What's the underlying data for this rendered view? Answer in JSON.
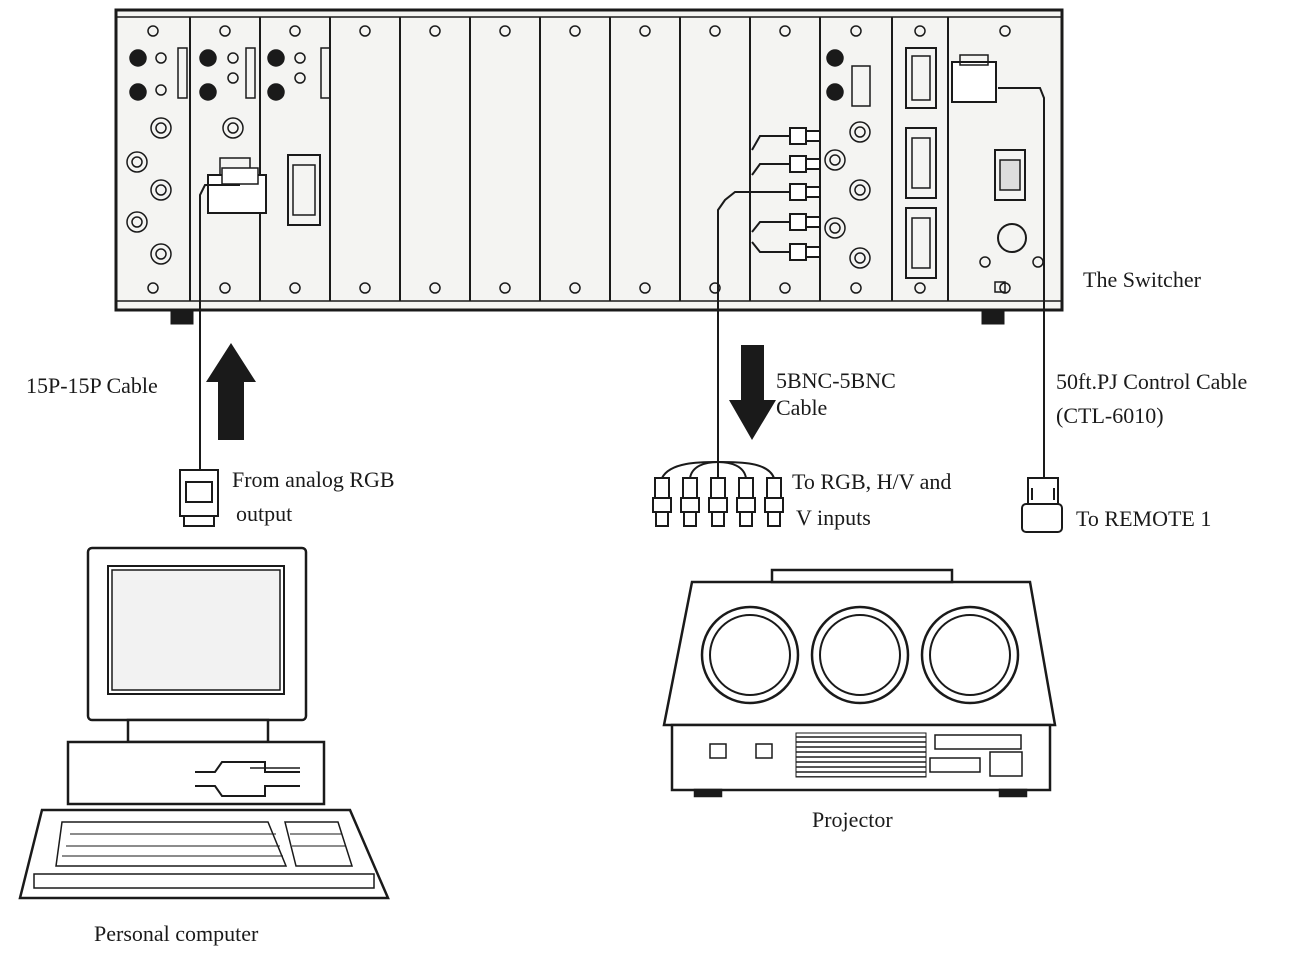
{
  "labels": {
    "switcher": "The Switcher",
    "cable_15p": "15P-15P Cable",
    "cable_5bnc_line1": "5BNC-5BNC",
    "cable_5bnc_line2": "Cable",
    "cable_pj_line1": "50ft.PJ Control Cable",
    "cable_pj_line2": "(CTL-6010)",
    "from_rgb_line1": "From analog RGB",
    "from_rgb_line2": "output",
    "to_rgb_line1": "To RGB, H/V and",
    "to_rgb_line2": "V inputs",
    "to_remote": "To REMOTE 1",
    "projector": "Projector",
    "computer": "Personal computer"
  },
  "colors": {
    "line": "#1a1a1a",
    "panel_fill": "#f4f4f2",
    "background": "#ffffff"
  }
}
